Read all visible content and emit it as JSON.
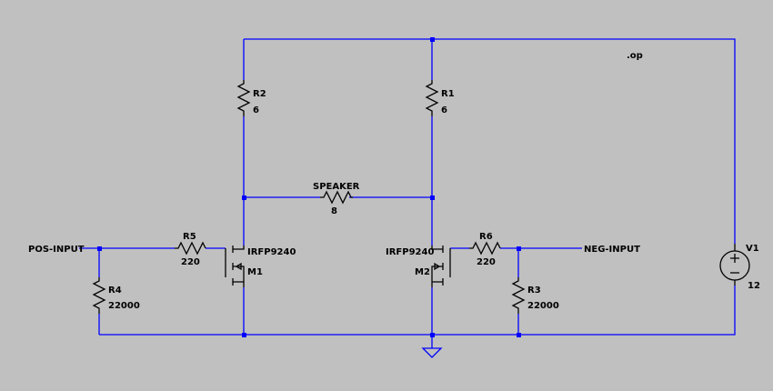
{
  "directive": ".op",
  "nets": {
    "pos_input": "POS-INPUT",
    "neg_input": "NEG-INPUT"
  },
  "components": {
    "r1": {
      "ref": "R1",
      "value": "6"
    },
    "r2": {
      "ref": "R2",
      "value": "6"
    },
    "r3": {
      "ref": "R3",
      "value": "22000"
    },
    "r4": {
      "ref": "R4",
      "value": "22000"
    },
    "r5": {
      "ref": "R5",
      "value": "220"
    },
    "r6": {
      "ref": "R6",
      "value": "220"
    },
    "speaker": {
      "ref": "SPEAKER",
      "value": "8"
    },
    "m1": {
      "ref": "M1",
      "model": "IRFP9240"
    },
    "m2": {
      "ref": "M2",
      "model": "IRFP9240"
    },
    "v1": {
      "ref": "V1",
      "value": "12"
    }
  },
  "colors": {
    "background": "#c0c0c0",
    "wire": "#0000ff",
    "symbol": "#000000"
  }
}
